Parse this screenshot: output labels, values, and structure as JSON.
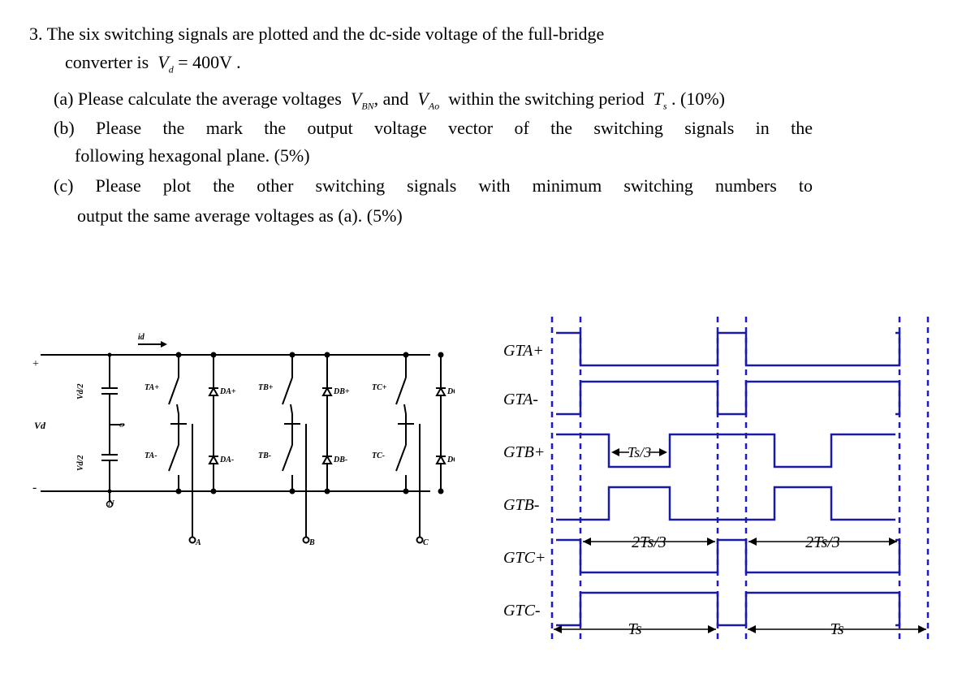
{
  "problem": {
    "number": "3.",
    "intro_line1": "The six switching signals are plotted and the dc-side voltage of the full-bridge",
    "intro_line2_prefix": "converter is",
    "vd_symbol": "V",
    "vd_sub": "d",
    "vd_value": "= 400V .",
    "part_a": {
      "prefix": "(a) Please calculate the average voltages",
      "v1": "V",
      "v1_sub": "BN",
      "mid": ", and",
      "v2": "V",
      "v2_sub": "Ao",
      "suffix": "within the switching period",
      "ts": "T",
      "ts_sub": "s",
      "end": ". (10%)"
    },
    "part_b": {
      "line1": "(b) Please the mark the output voltage vector of the switching signals in the",
      "line2": "following hexagonal plane. (5%)"
    },
    "part_c": {
      "line1": "(c) Please plot the other switching signals with minimum switching numbers to",
      "line2": "output the same average voltages as (a). (5%)"
    }
  },
  "circuit": {
    "vd": "Vd",
    "vd_half_top": "Vd/2",
    "vd_half_bot": "Vd/2",
    "plus": "+",
    "minus": "-",
    "o": "o",
    "n": "N",
    "id": "id",
    "switches": [
      "TA+",
      "TA-",
      "TB+",
      "TB-",
      "TC+",
      "TC-"
    ],
    "diodes": [
      "DA+",
      "DA-",
      "DB+",
      "DB-",
      "DC+",
      "DC-"
    ],
    "nodes": [
      "A",
      "B",
      "C"
    ]
  },
  "waveform": {
    "signals": [
      "GTA+",
      "GTA-",
      "GTB+",
      "GTB-",
      "GTC+",
      "GTC-"
    ],
    "ts_third": "Ts/3",
    "two_thirds_1": "2Ts/3",
    "two_thirds_2": "2Ts/3",
    "ts_1": "Ts",
    "ts_2": "Ts"
  },
  "colors": {
    "wave": "#1a1aa6",
    "dash": "#1a1acc",
    "text": "#000000"
  }
}
